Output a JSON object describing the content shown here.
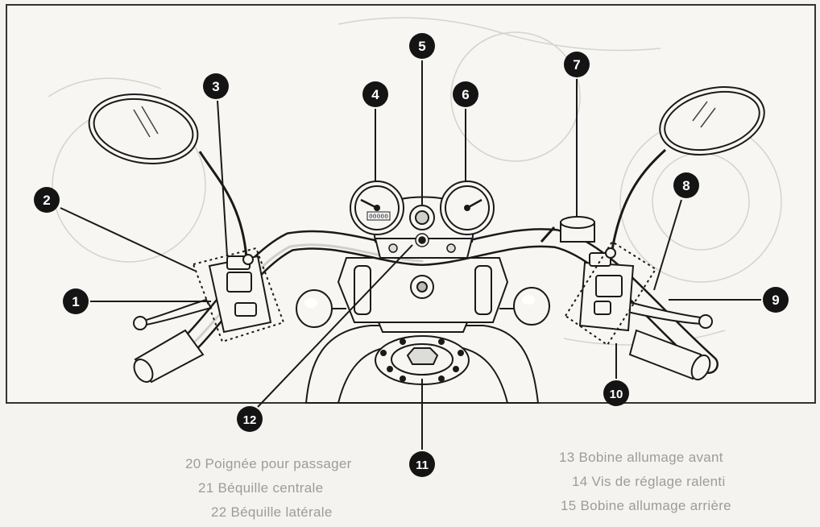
{
  "callouts": [
    "1",
    "2",
    "3",
    "4",
    "5",
    "6",
    "7",
    "8",
    "9",
    "10",
    "11",
    "12"
  ],
  "bleed_text": {
    "right": [
      "13 Bobine allumage avant",
      "14 Vis de réglage ralenti",
      "15 Bobine allumage arrière"
    ],
    "left": [
      "20 Poignée pour passager",
      "21 Béquille centrale",
      "22 Béquille latérale"
    ]
  },
  "speedometer_odometer": "00000",
  "colors": {
    "line": "#1a1a1a",
    "callout_fill": "#141414",
    "callout_text": "#ffffff",
    "background": "#f4f3ef",
    "ghost": "#9c9c98"
  }
}
